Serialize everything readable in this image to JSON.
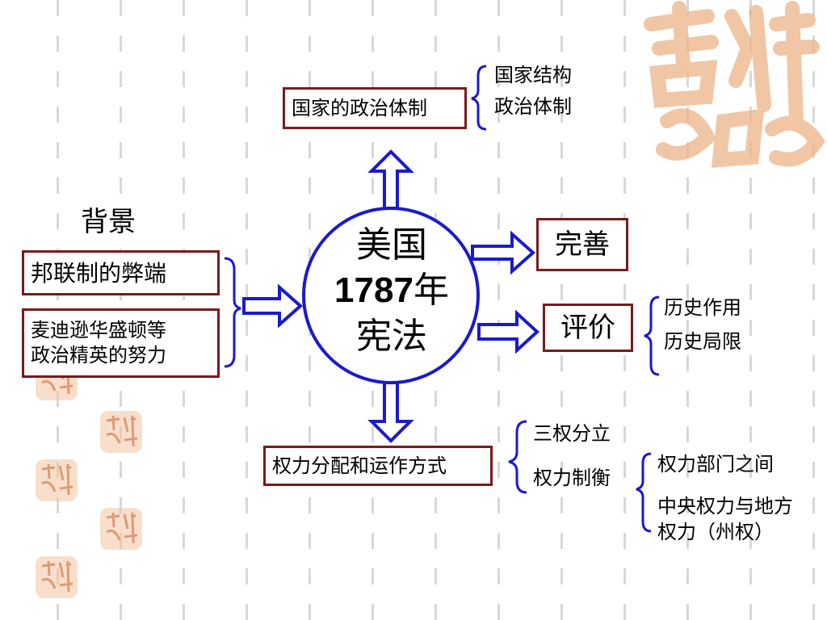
{
  "center": {
    "line1": "美国",
    "line2_num": "1787",
    "line2_char": "年",
    "line3": "宪法"
  },
  "top": {
    "box": "国家的政治体制",
    "items": [
      "国家结构",
      "政治体制"
    ]
  },
  "left": {
    "heading": "背景",
    "box1": "邦联制的弊端",
    "box2_line1": "麦迪逊华盛顿等",
    "box2_line2": "政治精英的努力"
  },
  "right": {
    "box_wanshan": "完善",
    "box_pingjia": "评价",
    "pingjia_items": [
      "历史作用",
      "历史局限"
    ]
  },
  "bottom": {
    "box": "权力分配和运作方式",
    "items": [
      "三权分立",
      "权力制衡"
    ],
    "sub_items": [
      "权力部门之间",
      "中央权力与地方",
      "权力（州权）"
    ]
  },
  "colors": {
    "arrow": "#1a1acc",
    "circle": "#1a1acc",
    "box_border": "#7a1a1a",
    "brace": "#1a1acc",
    "watermark": "#e8a878"
  }
}
